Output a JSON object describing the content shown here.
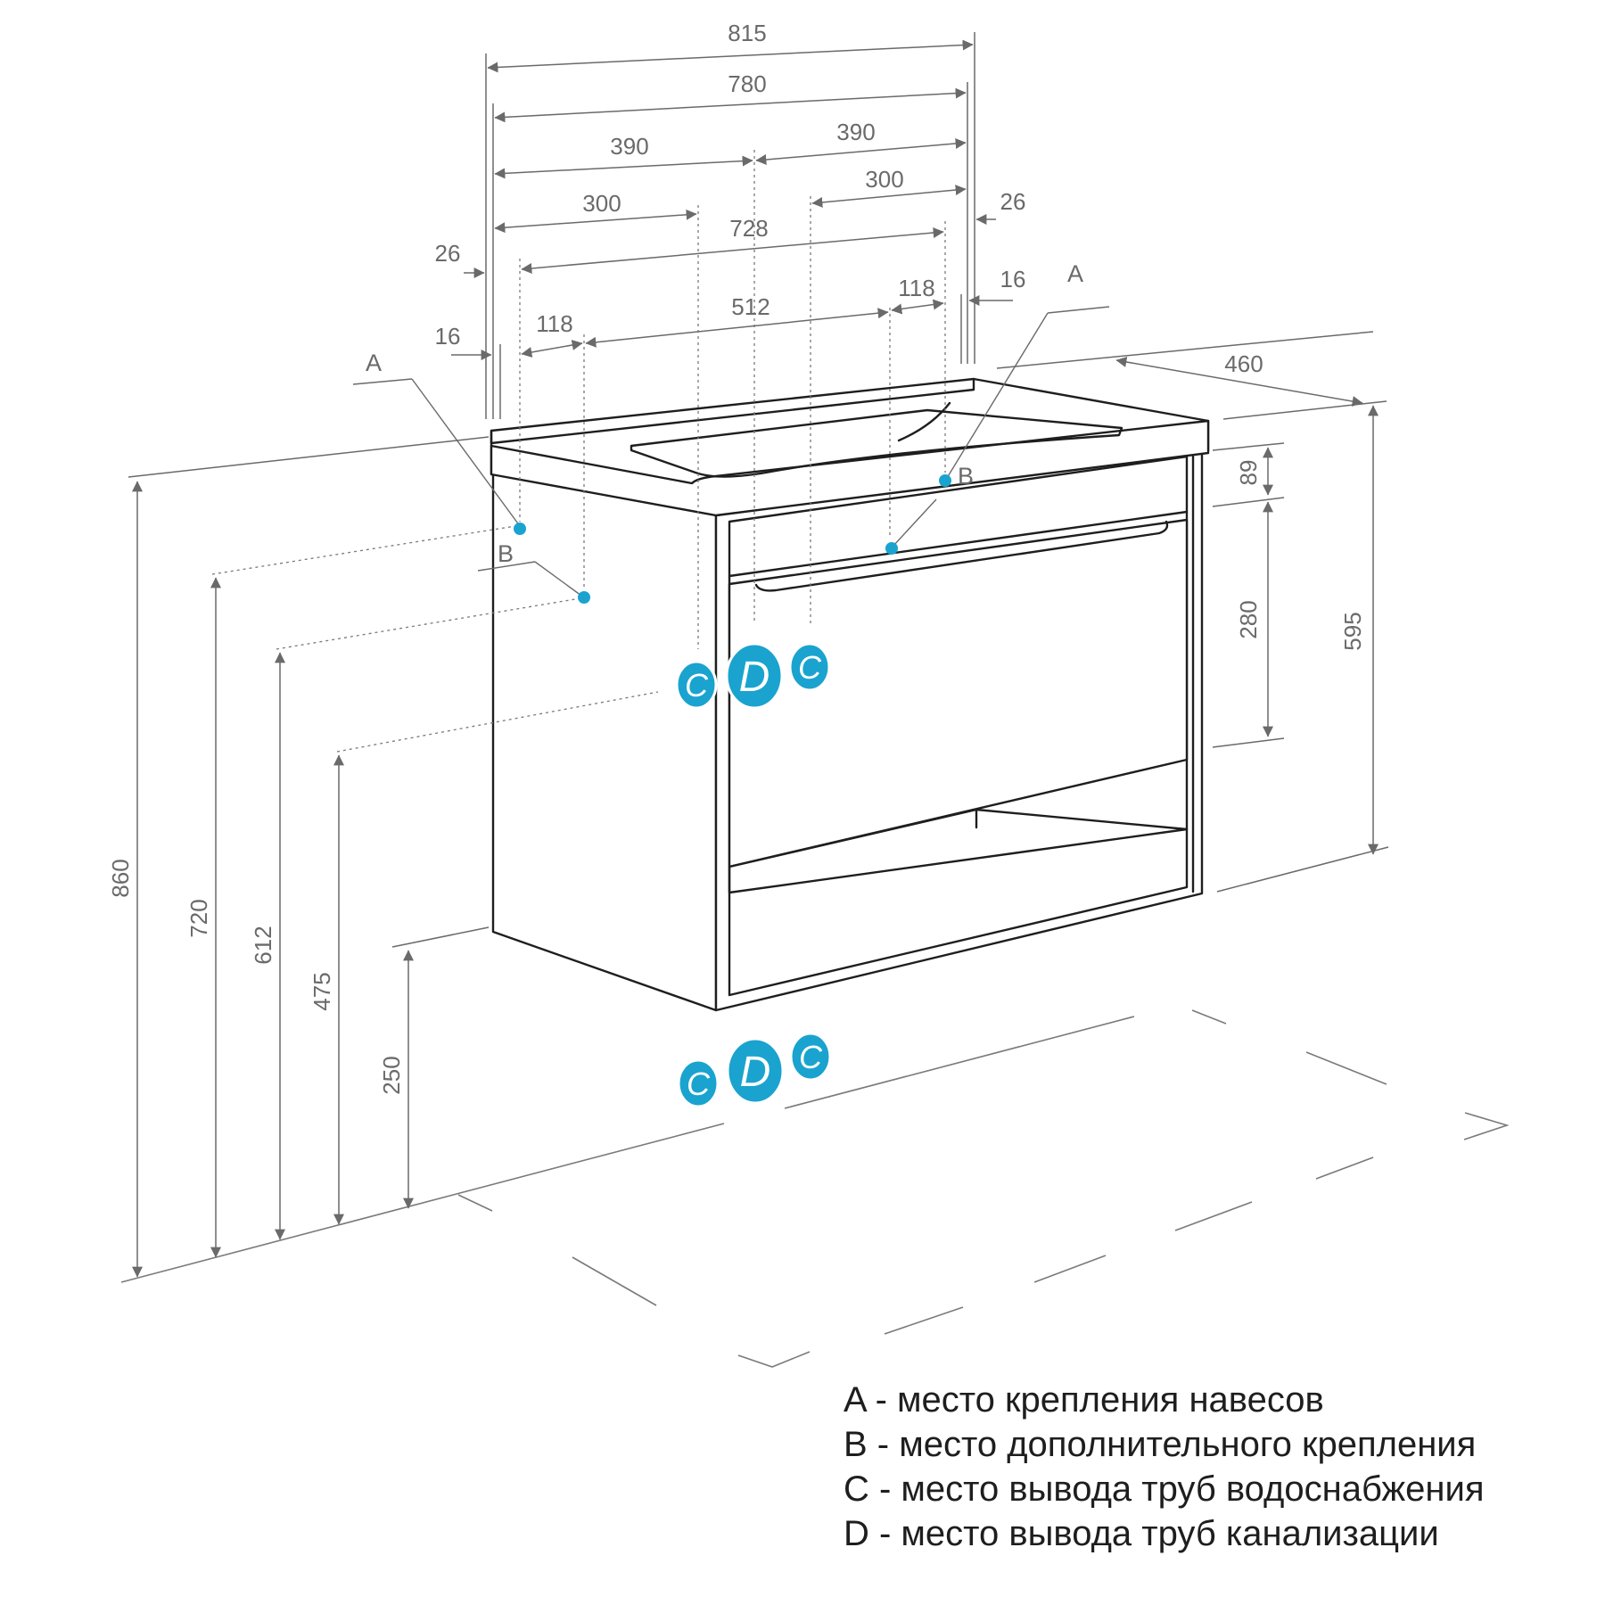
{
  "dimensions": {
    "width_total": "815",
    "width_basin": "780",
    "half_left": "390",
    "half_right": "390",
    "offset_left": "300",
    "offset_right": "300",
    "inner_width": "728",
    "edge_left_26": "26",
    "edge_right_26": "26",
    "edge_left_16": "16",
    "edge_right_16": "16",
    "left_118": "118",
    "right_118": "118",
    "mount_span": "512",
    "depth": "460",
    "top_band": "89",
    "drawer": "280",
    "body_height": "595",
    "height_860": "860",
    "height_720": "720",
    "height_612": "612",
    "height_475": "475",
    "height_250": "250"
  },
  "labels": {
    "a_left": "A",
    "a_right": "A",
    "b_left": "B",
    "b_right": "B",
    "c_mark": "C",
    "d_mark": "D"
  },
  "legend": {
    "a": "A - место крепления навесов",
    "b": "B - место дополнительного крепления",
    "c": "C - место вывода труб водоснабжения",
    "d": "D - место вывода труб канализации"
  },
  "colors": {
    "accent": "#1aa3cf",
    "line": "#1e1e1e",
    "dimension": "#6a6a6a"
  }
}
